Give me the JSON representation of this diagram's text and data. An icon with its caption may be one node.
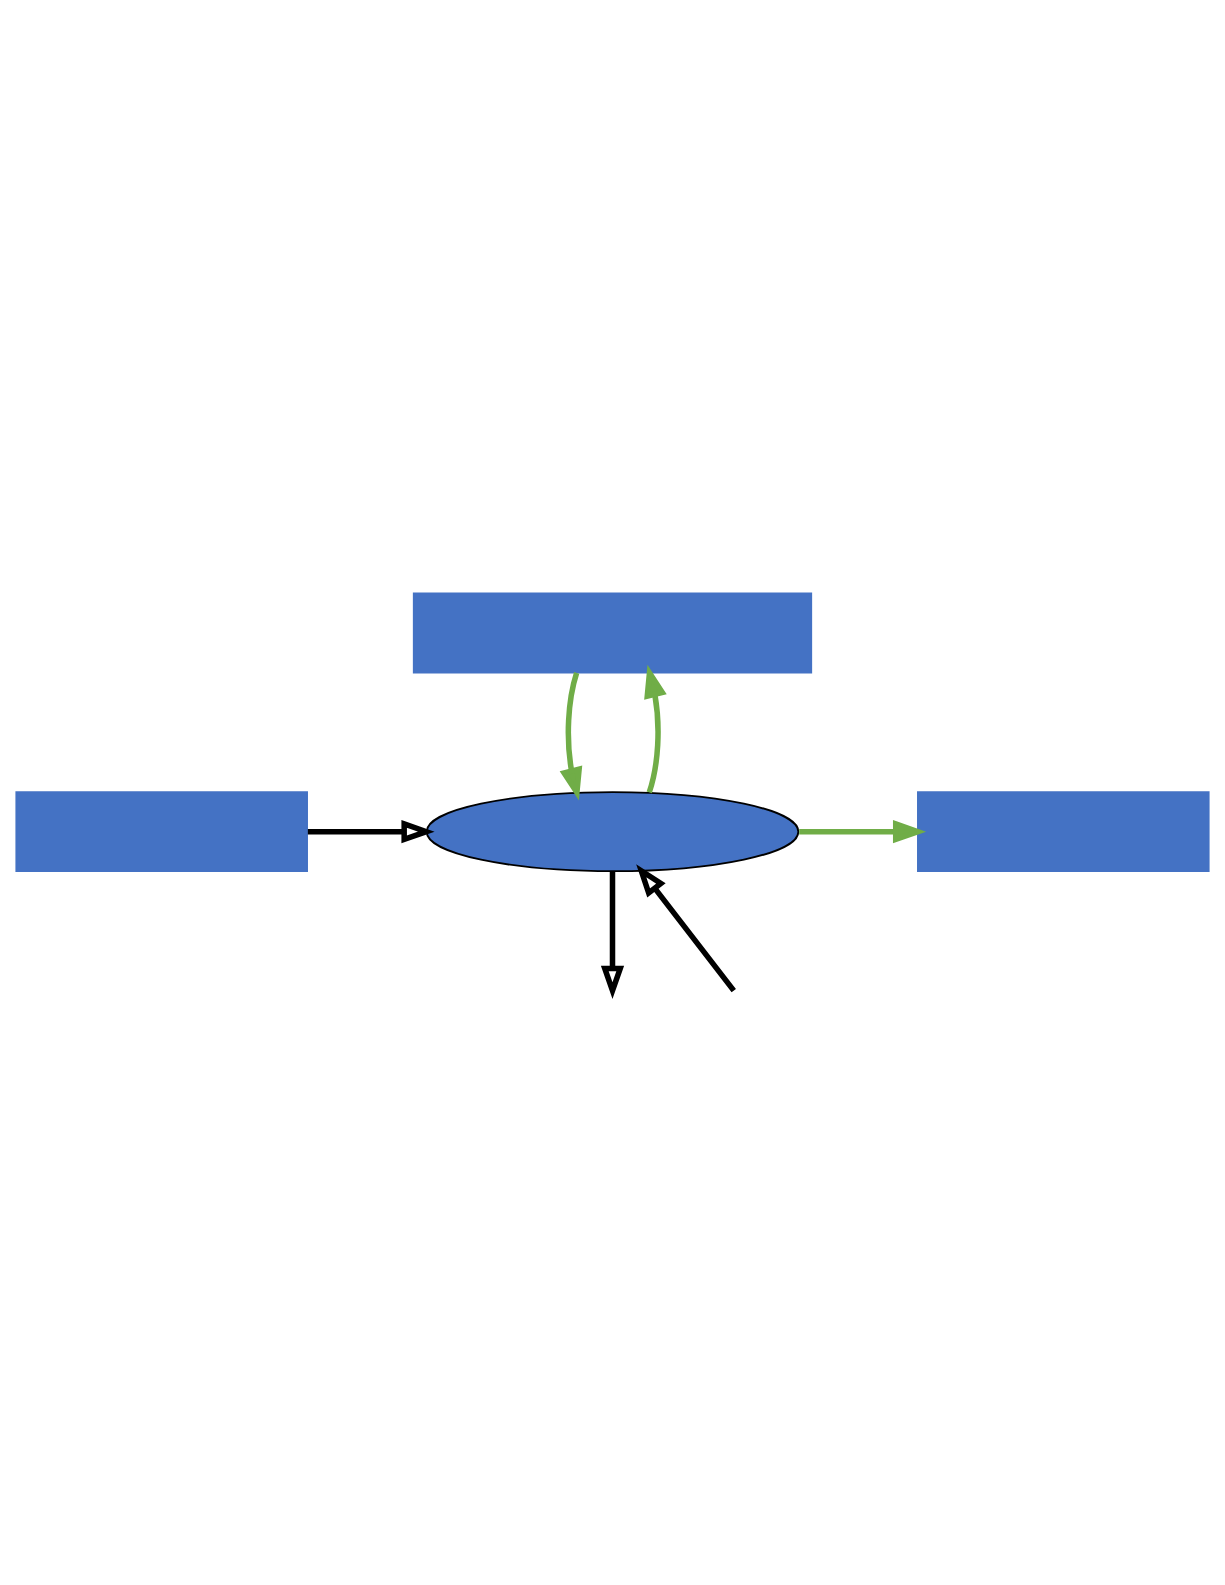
{
  "diagram": {
    "nodes": [
      {
        "text": [],
        "shape": "box"
      },
      {
        "text": [],
        "shape": "box"
      },
      {
        "text": [],
        "shape": "ellipse"
      },
      {
        "text": [],
        "shape": "box"
      }
    ],
    "edges": [
      {
        "from": 0,
        "to": 2,
        "arrow": "to",
        "color": "#70ad47"
      },
      {
        "from": 2,
        "to": 0,
        "arrow": "to",
        "color": "#70ad47"
      },
      {
        "from": 1,
        "to": 2,
        "arrow": "to",
        "color": "#000000"
      },
      {
        "from": 2,
        "to": 3,
        "arrow": "to",
        "color": "#70ad47"
      },
      {
        "from": null,
        "to": 2,
        "arrow": "to",
        "color": "#000000"
      },
      {
        "from": 2,
        "to": null,
        "arrow": "to",
        "color": "#000000"
      }
    ]
  }
}
